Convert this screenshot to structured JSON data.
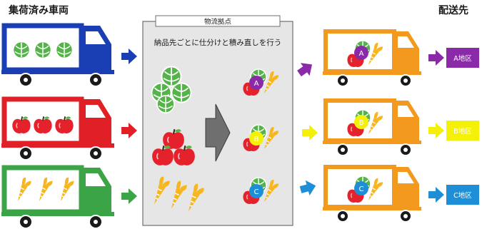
{
  "left_heading": "集荷済み車両",
  "right_heading": "配送先",
  "center": {
    "box_title": "物流拠点",
    "caption": "納品先ごとに仕分けと積み直しを行う"
  },
  "incoming_trucks": [
    {
      "cargo": "cabbage",
      "color": "#1a3fb5"
    },
    {
      "cargo": "apple",
      "color": "#e01f26"
    },
    {
      "cargo": "carrot",
      "color": "#3aa447"
    }
  ],
  "outgoing_trucks": [
    {
      "badge": "A",
      "badge_color": "#8a2aa8",
      "arrow_color": "#8a2aa8",
      "destination": "A地区",
      "dest_text_color": "#ffffff"
    },
    {
      "badge": "B",
      "badge_color": "#f4f00a",
      "arrow_color": "#f4f00a",
      "destination": "B地区",
      "dest_text_color": "#ffffff"
    },
    {
      "badge": "C",
      "badge_color": "#1e8fd6",
      "arrow_color": "#1e8fd6",
      "destination": "C地区",
      "dest_text_color": "#ffffff"
    }
  ],
  "colors": {
    "orange_truck": "#f39a1e",
    "cabbage": "#55b34a",
    "apple": "#e5212b",
    "carrot": "#f7b61e",
    "hub_bg": "#e6e6e6",
    "big_arrow": "#6f6f6f"
  },
  "icons": [
    "truck-icon",
    "cabbage-icon",
    "apple-icon",
    "carrot-icon",
    "arrow-right-icon",
    "badge-icon"
  ]
}
